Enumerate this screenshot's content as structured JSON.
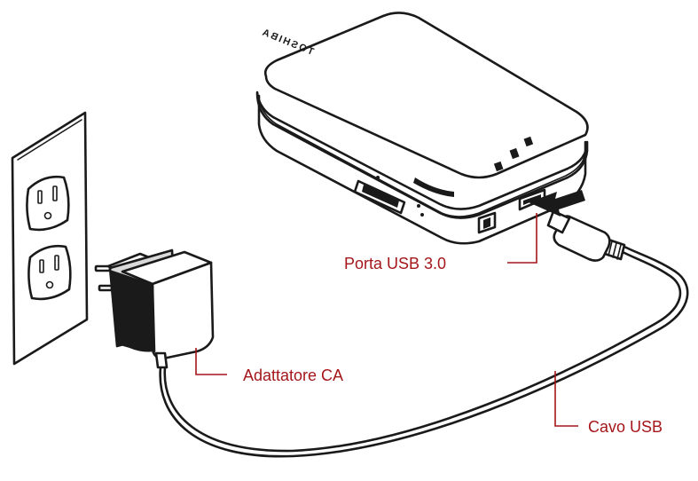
{
  "labels": {
    "usb_port": "Porta USB 3.0",
    "ac_adapter": "Adattatore CA",
    "usb_cable": "Cavo USB",
    "device_brand": "TOSHIBA"
  },
  "colors": {
    "label_text": "#a4161a",
    "line_art": "#1a1a1a",
    "background": "#ffffff"
  },
  "icons": [
    "wall-outlet-icon",
    "ac-adapter-icon",
    "usb-cable-icon",
    "wireless-hdd-icon",
    "arrow-icon"
  ]
}
